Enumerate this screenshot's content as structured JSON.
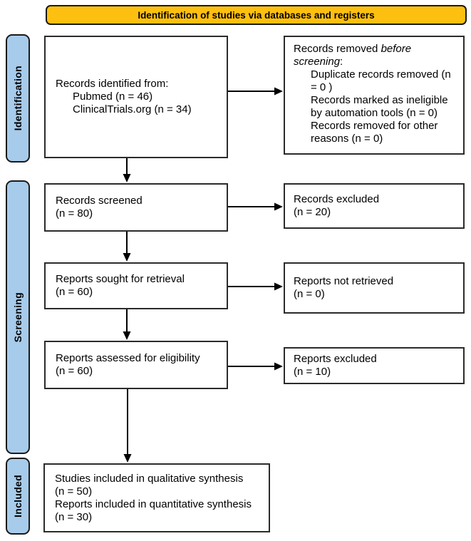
{
  "flowchart": {
    "banner": "Identification of studies via databases and registers",
    "stages": [
      "Identification",
      "Screening",
      "Included"
    ],
    "boxes": {
      "identified": {
        "lines": [
          "Records identified from:",
          "Pubmed (n = 46)",
          "ClinicalTrials.org (n = 34)"
        ]
      },
      "removed": {
        "lead": "Records removed ",
        "lead_italic": "before screening",
        "lead_suffix": ":",
        "items": [
          "Duplicate records removed (n = 0 )",
          "Records marked as ineligible by automation tools (n = 0)",
          "Records removed for other reasons (n = 0)"
        ]
      },
      "screened": {
        "lines": [
          "Records screened",
          "(n = 80)"
        ]
      },
      "records_excluded": {
        "lines": [
          "Records excluded",
          "(n = 20)"
        ]
      },
      "sought": {
        "lines": [
          "Reports sought for retrieval",
          "(n = 60)"
        ]
      },
      "not_retrieved": {
        "lines": [
          "Reports not retrieved",
          "(n = 0)"
        ]
      },
      "assessed": {
        "lines": [
          "Reports assessed for eligibility",
          "(n = 60)"
        ]
      },
      "reports_excluded": {
        "lines": [
          "Reports excluded",
          "(n = 10)"
        ]
      },
      "included": {
        "lines": [
          "Studies included in qualitative synthesis",
          "(n = 50)",
          "Reports included in quantitative synthesis",
          "(n = 30)"
        ]
      }
    },
    "colors": {
      "banner_bg": "#FDC010",
      "stage_bg": "#A7CBEA",
      "line": "#000000",
      "box_bg": "#FFFFFF"
    }
  }
}
